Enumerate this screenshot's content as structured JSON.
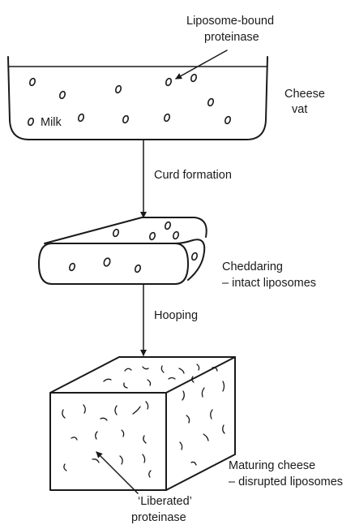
{
  "labels": {
    "liposome_bound_line1": "Liposome-bound",
    "liposome_bound_line2": "proteinase",
    "cheese_vat_line1": "Cheese",
    "cheese_vat_line2": "vat",
    "milk": "Milk",
    "curd_formation": "Curd formation",
    "cheddaring_line1": "Cheddaring",
    "cheddaring_line2": "– intact liposomes",
    "hooping": "Hooping",
    "maturing_line1": "Maturing cheese",
    "maturing_line2": "– disrupted liposomes",
    "liberated_line1": "‘Liberated’",
    "liberated_line2": "proteinase"
  },
  "colors": {
    "ink": "#1a1a1a",
    "background": "#ffffff"
  }
}
